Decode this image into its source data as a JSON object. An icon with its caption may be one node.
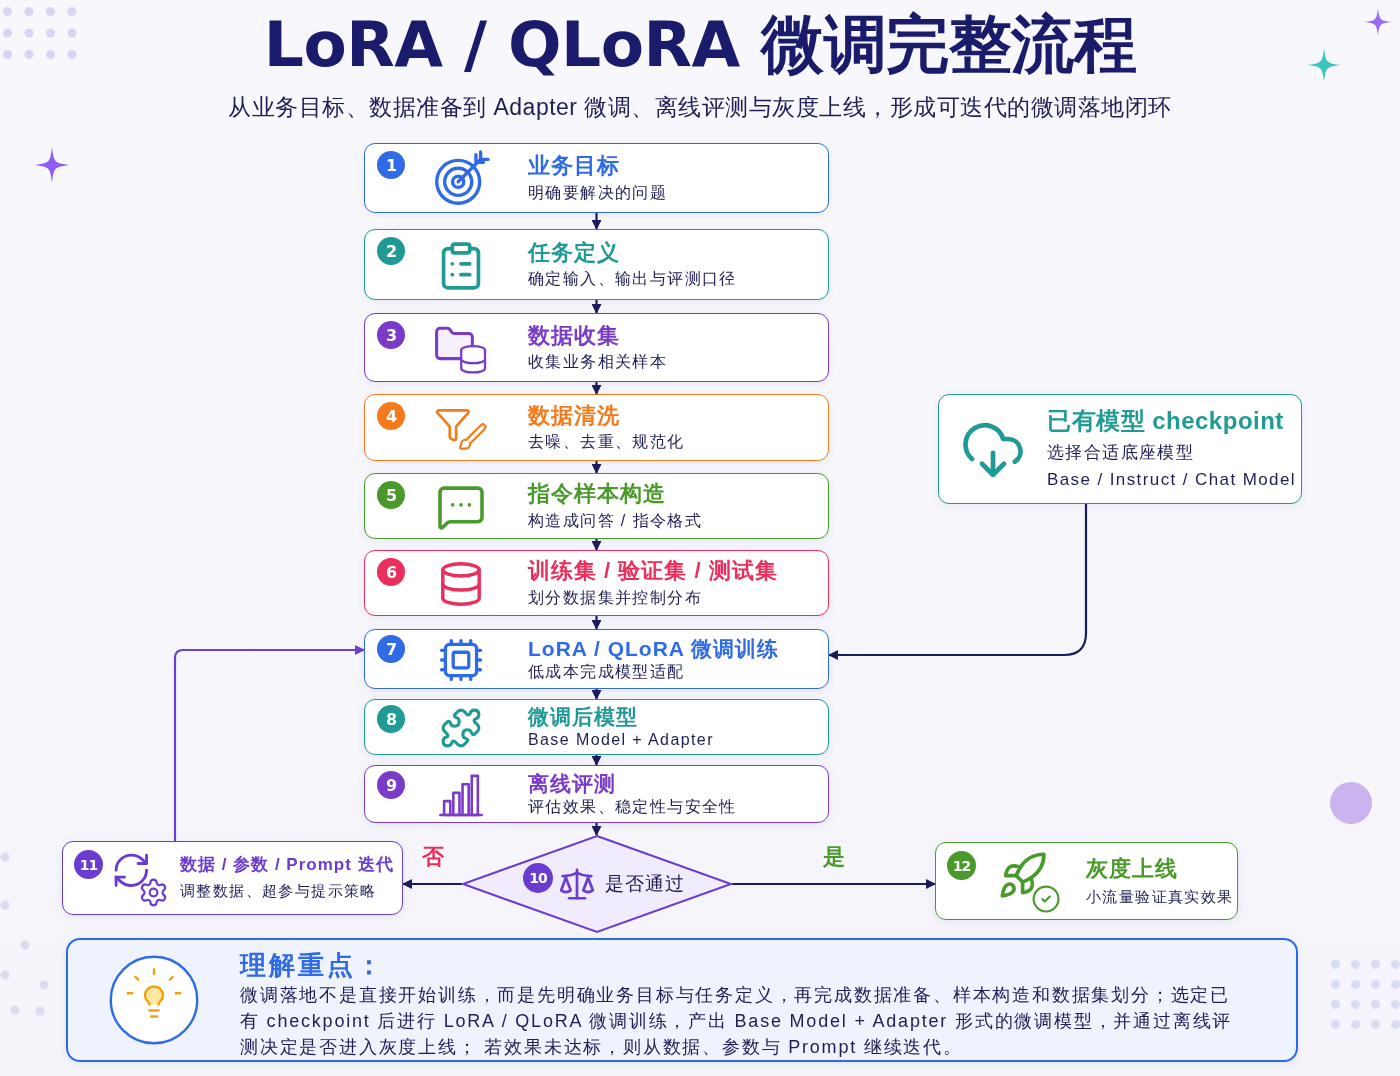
{
  "diagram": {
    "title": "LoRA / QLoRA 微调完整流程",
    "nodes": [
      {
        "text": [
          "1",
          "业务目标",
          "明确要解决的问题"
        ]
      },
      {
        "text": [
          "2",
          "任务定义",
          "确定输入、输出与评测口径"
        ]
      },
      {
        "text": [
          "3",
          "数据收集",
          "收集业务相关样本"
        ]
      },
      {
        "text": [
          "4",
          "数据清洗",
          "去噪、去重、规范化"
        ]
      },
      {
        "text": [
          "5",
          "指令样本构造",
          "构造成问答 / 指令格式"
        ]
      },
      {
        "text": [
          "6",
          "训练集 / 验证集 / 测试集",
          "划分数据集并控制分布"
        ]
      },
      {
        "text": [
          "7",
          "LoRA / QLoRA 微调训练",
          "低成本完成模型适配"
        ]
      },
      {
        "text": [
          "8",
          "微调后模型",
          "Base Model + Adapter"
        ]
      },
      {
        "text": [
          "9",
          "离线评测",
          "评估效果、稳定性与安全性"
        ]
      },
      {
        "text": [
          "已有模型 checkpoint",
          "选择合适底座模型",
          "Base / Instruct / Chat Model"
        ]
      },
      {
        "text": [
          "11",
          "数据 / 参数 / Prompt 迭代",
          "调整数据、超参与提示策略"
        ]
      },
      {
        "text": [
          "10",
          "是否通过"
        ]
      },
      {
        "text": [
          "12",
          "灰度上线",
          "小流量验证真实效果"
        ]
      },
      {
        "text": [
          "理解重点：",
          "微调落地不是直接开始训练，而是先明确业务目标与任务定义，再完成数据准备、样本构造和数据集划分；选定已有 checkpoint 后进行 LoRA / QLoRA 微调训练，产出 Base Model + Adapter 形式的微调模型，并通过离线评测决定是否进入灰度上线； 若效果未达标，则从数据、参数与 Prompt 继续迭代。"
        ]
      }
    ],
    "edges": [
      {
        "from": 0,
        "to": 1,
        "arrow": "to"
      },
      {
        "from": 1,
        "to": 2,
        "arrow": "to"
      },
      {
        "from": 2,
        "to": 3,
        "arrow": "to"
      },
      {
        "from": 3,
        "to": 4,
        "arrow": "to"
      },
      {
        "from": 4,
        "to": 5,
        "arrow": "to"
      },
      {
        "from": 5,
        "to": 6,
        "arrow": "to"
      },
      {
        "from": 6,
        "to": 7,
        "arrow": "to"
      },
      {
        "from": 7,
        "to": 8,
        "arrow": "to"
      },
      {
        "from": 8,
        "to": 11,
        "arrow": "to"
      },
      {
        "from": 9,
        "to": 6,
        "arrow": "to"
      },
      {
        "from": 11,
        "to": 10,
        "label": "否",
        "arrow": "to"
      },
      {
        "from": 11,
        "to": 12,
        "label": "是",
        "arrow": "to"
      },
      {
        "from": 10,
        "to": 6,
        "arrow": "to",
        "color": "#6b3fd4"
      }
    ],
    "labels": [
      "从业务目标、数据准备到 Adapter 微调、离线评测与灰度上线，形成可迭代的微调落地闭环"
    ]
  }
}
